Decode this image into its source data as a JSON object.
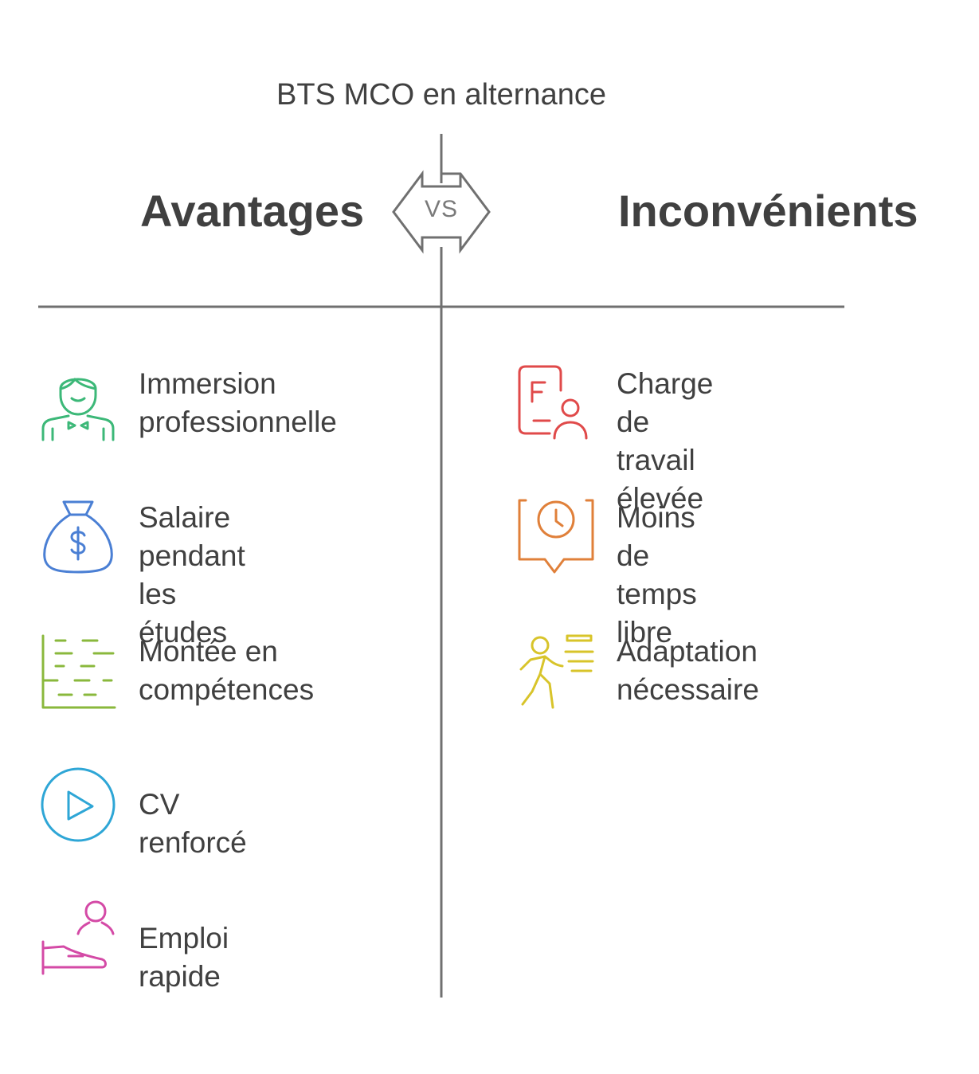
{
  "title": "BTS MCO en alternance",
  "vs_label": "VS",
  "advantages": {
    "heading": "Avantages",
    "items": [
      {
        "label": "Immersion\nprofessionnelle",
        "icon": "waiter-person-icon",
        "color": "#3cb878"
      },
      {
        "label": "Salaire pendant\nles études",
        "icon": "money-bag-icon",
        "color": "#4a7fd4"
      },
      {
        "label": "Montée en\ncompétences",
        "icon": "growth-steps-icon",
        "color": "#8ab83c"
      },
      {
        "label": "CV renforcé",
        "icon": "play-button-icon",
        "color": "#2ea6d6"
      },
      {
        "label": "Emploi rapide",
        "icon": "hand-with-person-icon",
        "color": "#d44aa6"
      }
    ]
  },
  "disadvantages": {
    "heading": "Inconvénients",
    "items": [
      {
        "label": "Charge de\ntravail élevée",
        "icon": "failing-grade-person-icon",
        "color": "#e04a4a"
      },
      {
        "label": "Moins de\ntemps libre",
        "icon": "clock-frame-icon",
        "color": "#e0803a"
      },
      {
        "label": "Adaptation\nnécessaire",
        "icon": "running-person-icon",
        "color": "#d8c42a"
      }
    ]
  }
}
